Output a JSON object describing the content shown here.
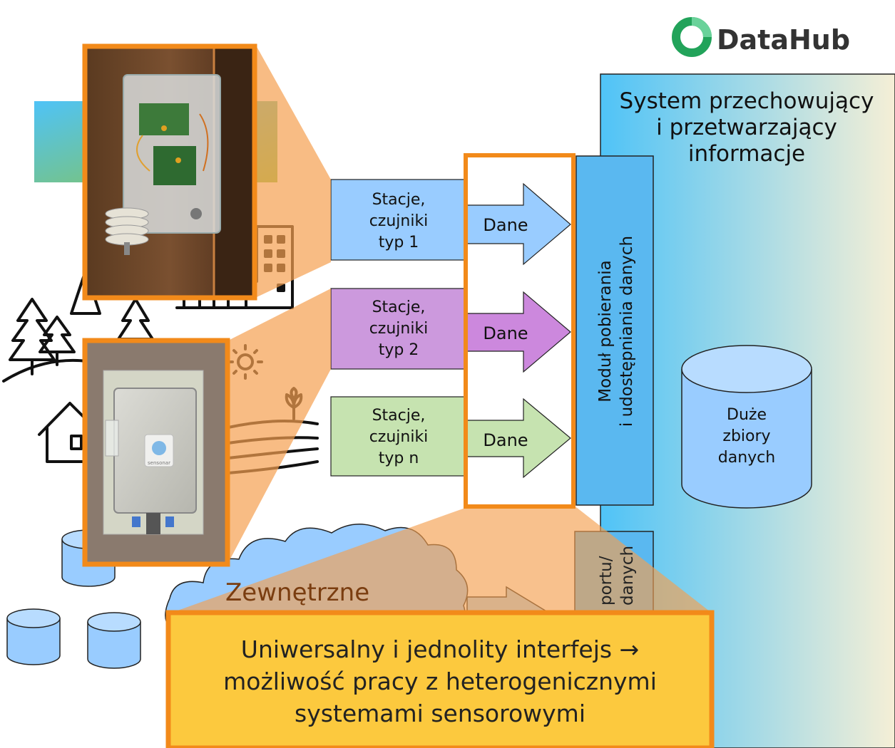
{
  "logo": {
    "text": "DataHub",
    "color": "#27ae60"
  },
  "system": {
    "title_lines": [
      "System przechowujący",
      "i przetwarzający",
      "informacje"
    ]
  },
  "module": {
    "label_lines": [
      "Moduł pobierania",
      "i udostępniania danych"
    ]
  },
  "export_module": {
    "label_lines": [
      "portu/",
      "danych"
    ]
  },
  "stations": [
    {
      "lines": [
        "Stacje,",
        "czujniki",
        "typ 1"
      ],
      "arrow_label": "Dane",
      "color": "#99ccff",
      "arrow_color": "#99ccff"
    },
    {
      "lines": [
        "Stacje,",
        "czujniki",
        "typ 2"
      ],
      "arrow_label": "Dane",
      "color": "#cc99dd",
      "arrow_color": "#cc88dd"
    },
    {
      "lines": [
        "Stacje,",
        "czujniki",
        "typ n"
      ],
      "arrow_label": "Dane",
      "color": "#c6e3b0",
      "arrow_color": "#c6e3b0"
    }
  ],
  "database": {
    "lines": [
      "Duże",
      "zbiory",
      "danych"
    ]
  },
  "external": {
    "label": "Zewnętrzne"
  },
  "callout": {
    "lines": [
      "Uniwersalny i jednolity interfejs →",
      "możliwość pracy z heterogenicznymi",
      "systemami sensorowymi"
    ]
  },
  "photos": [
    {
      "brand_text": "sensonar"
    }
  ]
}
